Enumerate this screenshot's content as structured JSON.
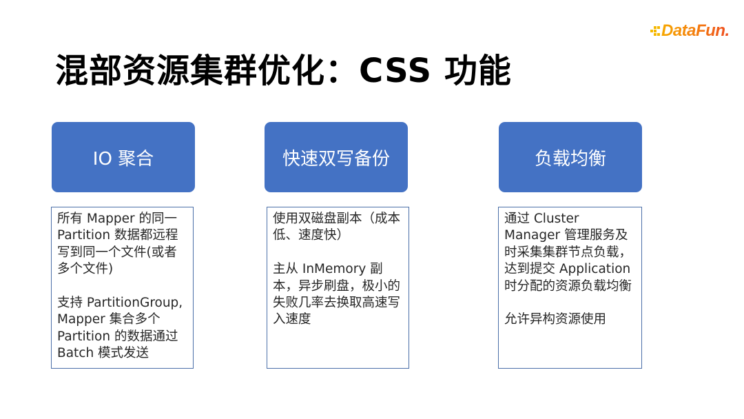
{
  "logo": {
    "text": "DataFun.",
    "colors": [
      "#f7a800",
      "#ee4a1e"
    ]
  },
  "title": "混部资源集群优化：CSS 功能",
  "accent_color": "#4472c4",
  "columns": [
    {
      "header": "IO 聚合",
      "paragraphs": [
        "所有 Mapper 的同一 Partition 数据都远程写到同一个文件(或者多个文件)",
        "支持 PartitionGroup, Mapper 集合多个 Partition 的数据通过 Batch 模式发送"
      ]
    },
    {
      "header": "快速双写备份",
      "paragraphs": [
        "使用双磁盘副本（成本低、速度快）",
        "主从 InMemory 副本，异步刷盘，极小的失败几率去换取高速写入速度"
      ]
    },
    {
      "header": "负载均衡",
      "paragraphs": [
        "通过 Cluster Manager 管理服务及时采集集群节点负载，达到提交 Application 时分配的资源负载均衡",
        "允许异构资源使用"
      ]
    }
  ]
}
